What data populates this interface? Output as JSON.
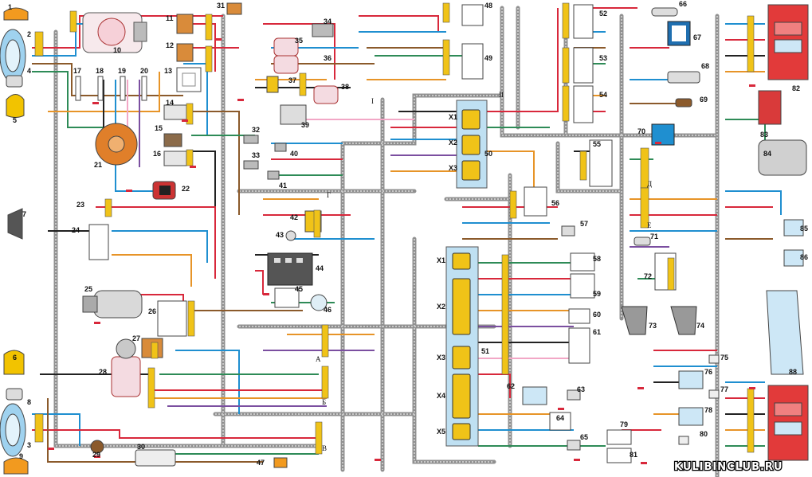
{
  "watermark": "KULIBINCLUB.RU",
  "colors": {
    "background": "#ffffff",
    "harness": "#8a8a8a",
    "red": "#d8283b",
    "blue": "#1f8fd0",
    "black": "#222222",
    "brown": "#8b5a2b",
    "orange": "#e79428",
    "green": "#2e8b57",
    "pink": "#f2a7c6",
    "yellow": "#f2c300",
    "violet": "#7b4fa0",
    "grey": "#9a9a9a",
    "connector": "#f0c318",
    "lamp_red": "#e23a3a",
    "lamp_blue": "#cde7f6"
  },
  "components": [
    {
      "id": "1",
      "icon": "headlamp-icon"
    },
    {
      "id": "2",
      "icon": "connector-icon"
    },
    {
      "id": "3",
      "icon": "headlamp-icon"
    },
    {
      "id": "4",
      "icon": "horn-icon"
    },
    {
      "id": "5",
      "icon": "side-light-icon"
    },
    {
      "id": "6",
      "icon": "side-light-icon"
    },
    {
      "id": "7",
      "icon": "horn-icon"
    },
    {
      "id": "8",
      "icon": "horn-icon"
    },
    {
      "id": "9",
      "icon": "side-light-icon"
    },
    {
      "id": "10",
      "icon": "alternator-icon"
    },
    {
      "id": "11",
      "icon": "relay-icon"
    },
    {
      "id": "12",
      "icon": "relay-icon"
    },
    {
      "id": "13",
      "icon": "control-unit-icon"
    },
    {
      "id": "14",
      "icon": "sensor-icon"
    },
    {
      "id": "15",
      "icon": "sensor-icon"
    },
    {
      "id": "16",
      "icon": "sensor-icon"
    },
    {
      "id": "17",
      "icon": "spark-plug-icon"
    },
    {
      "id": "18",
      "icon": "spark-plug-icon"
    },
    {
      "id": "19",
      "icon": "spark-plug-icon"
    },
    {
      "id": "20",
      "icon": "spark-plug-icon"
    },
    {
      "id": "21",
      "icon": "distributor-icon"
    },
    {
      "id": "22",
      "icon": "ignition-coil-icon"
    },
    {
      "id": "23",
      "icon": "connector-icon"
    },
    {
      "id": "24",
      "icon": "relay-icon"
    },
    {
      "id": "25",
      "icon": "starter-icon"
    },
    {
      "id": "26",
      "icon": "relay-icon"
    },
    {
      "id": "27",
      "icon": "relay-icon"
    },
    {
      "id": "28",
      "icon": "wiper-motor-icon"
    },
    {
      "id": "29",
      "icon": "sensor-icon"
    },
    {
      "id": "30",
      "icon": "switch-icon"
    },
    {
      "id": "31",
      "icon": "fuse-icon"
    },
    {
      "id": "32",
      "icon": "temperature-sensor-icon"
    },
    {
      "id": "33",
      "icon": "temperature-sensor-icon"
    },
    {
      "id": "34",
      "icon": "switch-icon"
    },
    {
      "id": "35",
      "icon": "pump-icon"
    },
    {
      "id": "36",
      "icon": "pump-icon"
    },
    {
      "id": "37",
      "icon": "connector-icon"
    },
    {
      "id": "38",
      "icon": "pump-icon"
    },
    {
      "id": "39",
      "icon": "oil-pressure-icon"
    },
    {
      "id": "40",
      "icon": "sensor-icon"
    },
    {
      "id": "41",
      "icon": "sensor-icon"
    },
    {
      "id": "42",
      "icon": "fan-icon"
    },
    {
      "id": "43",
      "icon": "sensor-icon"
    },
    {
      "id": "44",
      "icon": "battery-icon"
    },
    {
      "id": "45",
      "icon": "relay-icon"
    },
    {
      "id": "46",
      "icon": "lamp-icon"
    },
    {
      "id": "47",
      "icon": "ground-icon"
    },
    {
      "id": "48",
      "icon": "switch-icon"
    },
    {
      "id": "49",
      "icon": "switch-icon"
    },
    {
      "id": "50",
      "icon": "fuse-box-icon"
    },
    {
      "id": "51",
      "icon": "fuse-box-icon"
    },
    {
      "id": "52",
      "icon": "switch-icon"
    },
    {
      "id": "53",
      "icon": "switch-icon"
    },
    {
      "id": "54",
      "icon": "switch-icon"
    },
    {
      "id": "55",
      "icon": "switch-icon"
    },
    {
      "id": "56",
      "icon": "relay-icon"
    },
    {
      "id": "57",
      "icon": "lamp-icon"
    },
    {
      "id": "58",
      "icon": "switch-icon"
    },
    {
      "id": "59",
      "icon": "switch-icon"
    },
    {
      "id": "60",
      "icon": "switch-icon"
    },
    {
      "id": "61",
      "icon": "switch-icon"
    },
    {
      "id": "62",
      "icon": "lamp-icon"
    },
    {
      "id": "63",
      "icon": "lamp-icon"
    },
    {
      "id": "64",
      "icon": "switch-icon"
    },
    {
      "id": "65",
      "icon": "lamp-icon"
    },
    {
      "id": "66",
      "icon": "lamp-icon"
    },
    {
      "id": "67",
      "icon": "clock-icon"
    },
    {
      "id": "68",
      "icon": "cigarette-lighter-icon"
    },
    {
      "id": "69",
      "icon": "lamp-icon"
    },
    {
      "id": "70",
      "icon": "switch-icon"
    },
    {
      "id": "71",
      "icon": "lamp-icon"
    },
    {
      "id": "72",
      "icon": "switch-icon"
    },
    {
      "id": "73",
      "icon": "pedal-switch-icon"
    },
    {
      "id": "74",
      "icon": "pedal-switch-icon"
    },
    {
      "id": "75",
      "icon": "lamp-icon"
    },
    {
      "id": "76",
      "icon": "lamp-icon"
    },
    {
      "id": "77",
      "icon": "lamp-icon"
    },
    {
      "id": "78",
      "icon": "lamp-icon"
    },
    {
      "id": "79",
      "icon": "switch-icon"
    },
    {
      "id": "80",
      "icon": "lamp-icon"
    },
    {
      "id": "81",
      "icon": "switch-icon"
    },
    {
      "id": "82",
      "icon": "tail-light-icon"
    },
    {
      "id": "83",
      "icon": "fuse-icon"
    },
    {
      "id": "84",
      "icon": "wiper-motor-icon"
    },
    {
      "id": "85",
      "icon": "lamp-icon"
    },
    {
      "id": "86",
      "icon": "lamp-icon"
    },
    {
      "id": "88",
      "icon": "tail-light-icon"
    }
  ],
  "junction_labels": [
    {
      "id": "roman-i",
      "text": "I"
    },
    {
      "id": "roman-ii",
      "text": "II"
    },
    {
      "id": "j-a",
      "text": "А"
    },
    {
      "id": "j-b",
      "text": "Б"
    },
    {
      "id": "j-v",
      "text": "В"
    },
    {
      "id": "j-g",
      "text": "Г"
    },
    {
      "id": "j-d",
      "text": "Д"
    },
    {
      "id": "j-e",
      "text": "Е"
    }
  ],
  "block_labels": {
    "fuse50": [
      "X1",
      "X2",
      "X3"
    ],
    "fuse51": [
      "X1",
      "X2",
      "X3",
      "X4",
      "X5"
    ]
  }
}
